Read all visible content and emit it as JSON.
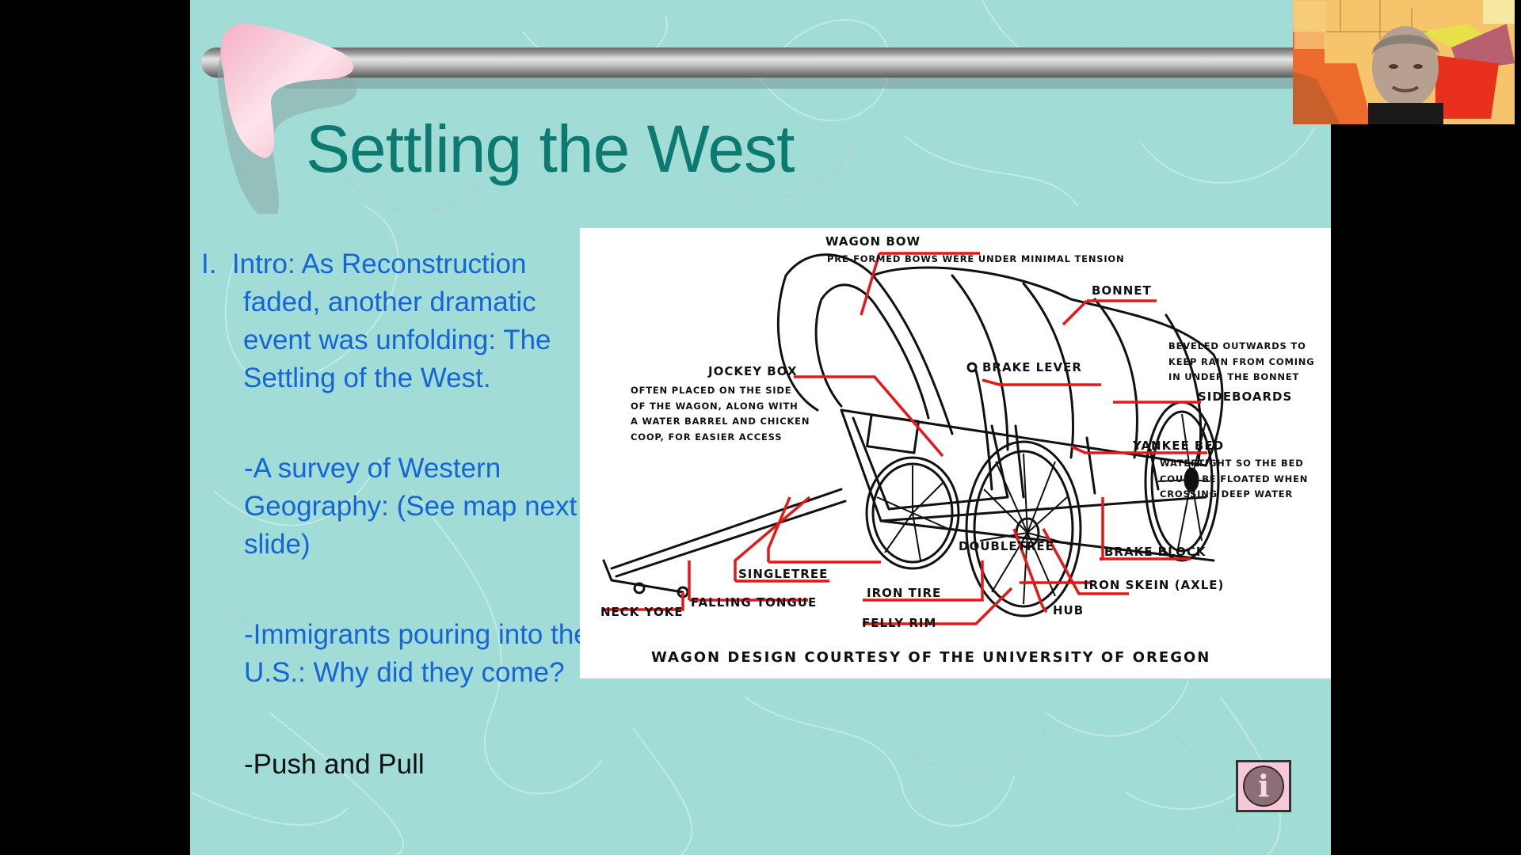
{
  "slide": {
    "title": "Settling the West",
    "bullets": {
      "intro_marker": "I.",
      "intro_line1": "Intro:  As Reconstruction",
      "intro_line2": "faded, another dramatic",
      "intro_line3": "event was unfolding:  The",
      "intro_line4": "Settling of the West.",
      "survey_line1": "-A survey of Western",
      "survey_line2": "Geography:  (See map next",
      "survey_line3": "slide)",
      "immigrants_line1": "-Immigrants pouring into the",
      "immigrants_line2": "U.S.:  Why did they come?",
      "push_pull": "-Push and Pull"
    },
    "colors": {
      "background": "#a2dcd6",
      "title": "#0c7a70",
      "body_text": "#1466d8",
      "label_line": "#e41818"
    }
  },
  "figure": {
    "labels": {
      "wagon_bow": "WAGON BOW",
      "wagon_bow_note": "PRE-FORMED BOWS WERE UNDER MINIMAL TENSION",
      "bonnet": "BONNET",
      "sideboards_note1": "BEVELED OUTWARDS TO",
      "sideboards_note2": "KEEP RAIN FROM COMING",
      "sideboards_note3": "IN UNDER THE BONNET",
      "sideboards": "SIDEBOARDS",
      "brake_lever": "BRAKE LEVER",
      "jockey_box": "JOCKEY BOX",
      "jockey_note1": "OFTEN PLACED ON THE SIDE",
      "jockey_note2": "OF THE WAGON, ALONG WITH",
      "jockey_note3": "A WATER BARREL AND CHICKEN",
      "jockey_note4": "COOP, FOR EASIER ACCESS",
      "yankee_bed": "YANKEE BED",
      "yankee_note1": "WATERTIGHT SO THE BED",
      "yankee_note2": "COULD BE FLOATED WHEN",
      "yankee_note3": "CROSSING DEEP WATER",
      "brake_block": "BRAKE BLOCK",
      "iron_skein": "IRON SKEIN (AXLE)",
      "hub": "HUB",
      "doubletree": "DOUBLETREE",
      "singletree": "SINGLETREE",
      "iron_tire": "IRON TIRE",
      "felly_rim": "FELLY RIM",
      "neck_yoke": "NECK YOKE",
      "falling_tongue": "FALLING TONGUE"
    },
    "caption": "WAGON DESIGN COURTESY OF THE UNIVERSITY OF OREGON"
  },
  "controls": {
    "info_icon": "i"
  }
}
